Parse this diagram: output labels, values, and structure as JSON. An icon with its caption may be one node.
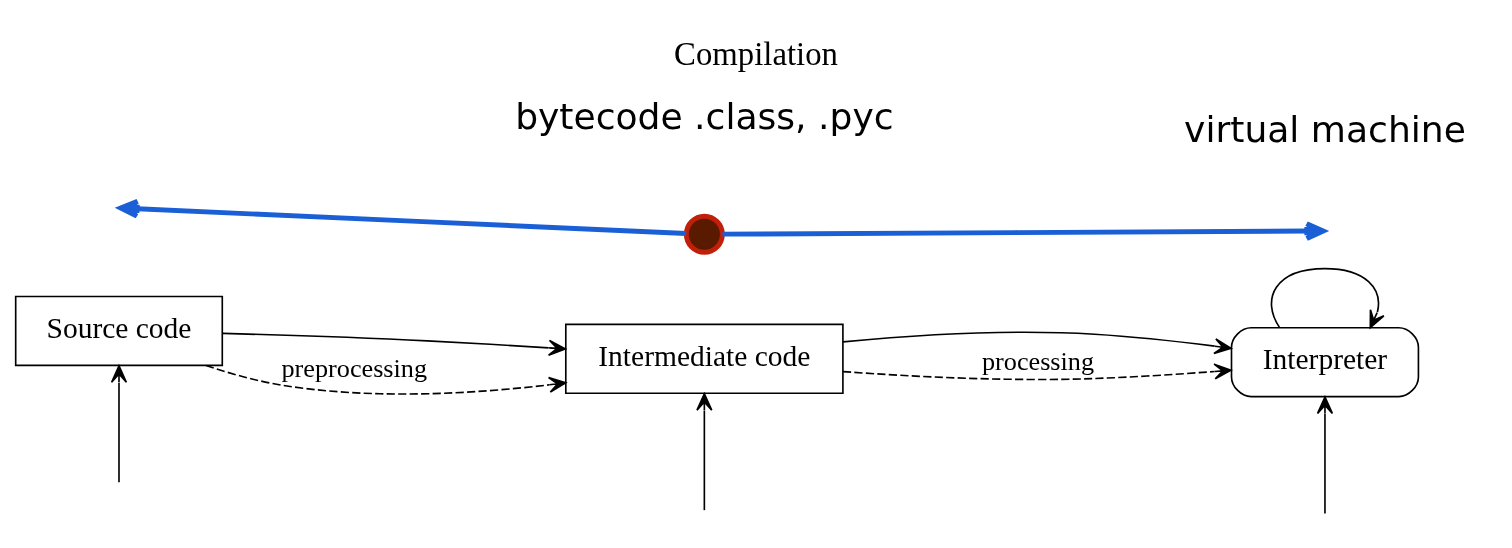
{
  "diagram": {
    "title": "Compilation",
    "nodes": [
      {
        "text": [
          "Source code"
        ]
      },
      {
        "text": [
          "Intermediate code"
        ]
      },
      {
        "text": [
          "Interpreter"
        ]
      },
      {
        "text": [],
        "shape": "circle"
      }
    ],
    "edges": [
      {
        "from": 0,
        "to": 1,
        "arrow": "to"
      },
      {
        "from": 1,
        "to": 2,
        "arrow": "to"
      },
      {
        "from": 2,
        "to": 2,
        "arrow": "to"
      },
      {
        "from": null,
        "to": 0,
        "arrow": "to"
      },
      {
        "from": null,
        "to": 1,
        "arrow": "to"
      },
      {
        "from": null,
        "to": 2,
        "arrow": "to"
      },
      {
        "from": 0,
        "to": 1,
        "arrow": "to",
        "label": "preprocessing",
        "style": "dashed"
      },
      {
        "from": 1,
        "to": 2,
        "arrow": "to",
        "label": "processing",
        "style": "dashed"
      },
      {
        "from": 3,
        "to": null,
        "arrow": "to",
        "color": "#1a5fd6",
        "style": "thick"
      },
      {
        "from": 3,
        "to": null,
        "arrow": "to",
        "color": "#1a5fd6",
        "style": "thick"
      }
    ],
    "labels": [
      "bytecode .class, .pyc",
      "virtual machine"
    ]
  }
}
